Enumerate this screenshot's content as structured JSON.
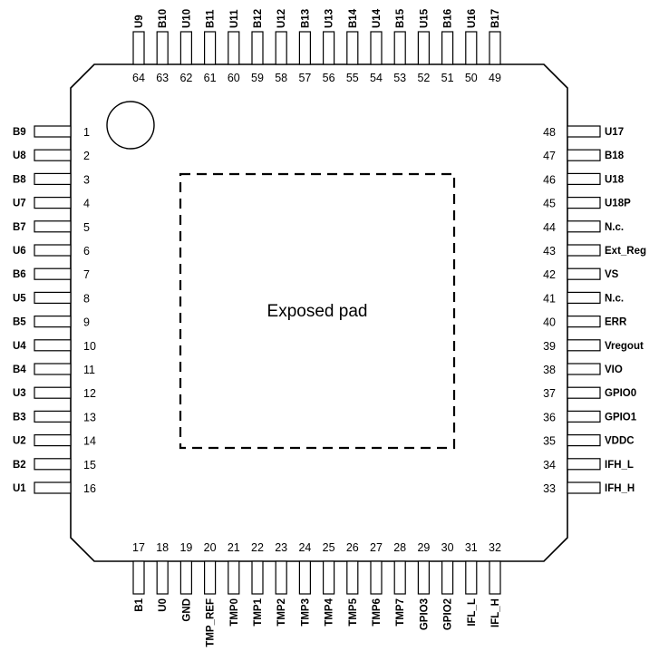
{
  "exposed_pad_label": "Exposed pad",
  "pins": {
    "left": [
      {
        "num": "1",
        "name": "B9"
      },
      {
        "num": "2",
        "name": "U8"
      },
      {
        "num": "3",
        "name": "B8"
      },
      {
        "num": "4",
        "name": "U7"
      },
      {
        "num": "5",
        "name": "B7"
      },
      {
        "num": "6",
        "name": "U6"
      },
      {
        "num": "7",
        "name": "B6"
      },
      {
        "num": "8",
        "name": "U5"
      },
      {
        "num": "9",
        "name": "B5"
      },
      {
        "num": "10",
        "name": "U4"
      },
      {
        "num": "11",
        "name": "B4"
      },
      {
        "num": "12",
        "name": "U3"
      },
      {
        "num": "13",
        "name": "B3"
      },
      {
        "num": "14",
        "name": "U2"
      },
      {
        "num": "15",
        "name": "B2"
      },
      {
        "num": "16",
        "name": "U1"
      }
    ],
    "bottom": [
      {
        "num": "17",
        "name": "B1"
      },
      {
        "num": "18",
        "name": "U0"
      },
      {
        "num": "19",
        "name": "GND"
      },
      {
        "num": "20",
        "name": "TMP_REF"
      },
      {
        "num": "21",
        "name": "TMP0"
      },
      {
        "num": "22",
        "name": "TMP1"
      },
      {
        "num": "23",
        "name": "TMP2"
      },
      {
        "num": "24",
        "name": "TMP3"
      },
      {
        "num": "25",
        "name": "TMP4"
      },
      {
        "num": "26",
        "name": "TMP5"
      },
      {
        "num": "27",
        "name": "TMP6"
      },
      {
        "num": "28",
        "name": "TMP7"
      },
      {
        "num": "29",
        "name": "GPIO3"
      },
      {
        "num": "30",
        "name": "GPIO2"
      },
      {
        "num": "31",
        "name": "IFL_L"
      },
      {
        "num": "32",
        "name": "IFL_H"
      }
    ],
    "right": [
      {
        "num": "48",
        "name": "U17"
      },
      {
        "num": "47",
        "name": "B18"
      },
      {
        "num": "46",
        "name": "U18"
      },
      {
        "num": "45",
        "name": "U18P"
      },
      {
        "num": "44",
        "name": "N.c."
      },
      {
        "num": "43",
        "name": "Ext_Reg"
      },
      {
        "num": "42",
        "name": "VS"
      },
      {
        "num": "41",
        "name": "N.c."
      },
      {
        "num": "40",
        "name": "ERR"
      },
      {
        "num": "39",
        "name": "Vregout"
      },
      {
        "num": "38",
        "name": "VIO"
      },
      {
        "num": "37",
        "name": "GPIO0"
      },
      {
        "num": "36",
        "name": "GPIO1"
      },
      {
        "num": "35",
        "name": "VDDC"
      },
      {
        "num": "34",
        "name": "IFH_L"
      },
      {
        "num": "33",
        "name": "IFH_H"
      }
    ],
    "top": [
      {
        "num": "64",
        "name": "U9"
      },
      {
        "num": "63",
        "name": "B10"
      },
      {
        "num": "62",
        "name": "U10"
      },
      {
        "num": "61",
        "name": "B11"
      },
      {
        "num": "60",
        "name": "U11"
      },
      {
        "num": "59",
        "name": "B12"
      },
      {
        "num": "58",
        "name": "U12"
      },
      {
        "num": "57",
        "name": "B13"
      },
      {
        "num": "56",
        "name": "U13"
      },
      {
        "num": "55",
        "name": "B14"
      },
      {
        "num": "54",
        "name": "U14"
      },
      {
        "num": "53",
        "name": "B15"
      },
      {
        "num": "52",
        "name": "U15"
      },
      {
        "num": "51",
        "name": "B16"
      },
      {
        "num": "50",
        "name": "U16"
      },
      {
        "num": "49",
        "name": "B17"
      }
    ]
  }
}
